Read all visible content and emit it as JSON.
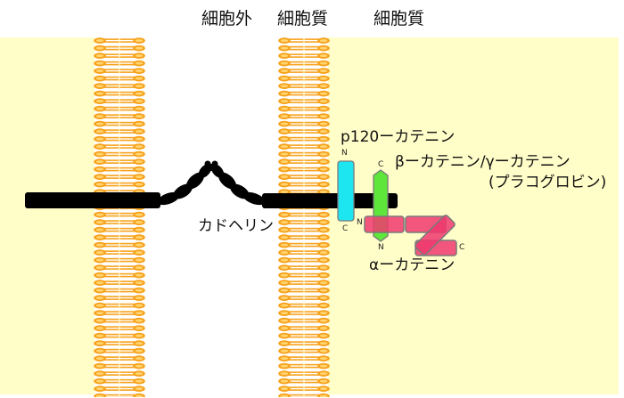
{
  "headers": {
    "extracellular": "細胞外",
    "cytoplasm_left": "細胞質",
    "cytoplasm_right": "細胞質"
  },
  "labels": {
    "cadherin": "カドヘリン",
    "p120": "p120ーカテニン",
    "beta_gamma": "βーカテニン/γーカテニン",
    "plakoglobin": "(プラコグロビン)",
    "alpha": "αーカテニン"
  },
  "terminals": {
    "p120_top": "N",
    "p120_bottom": "C",
    "beta_top": "C",
    "beta_bottom": "N",
    "alpha_start": "N",
    "alpha_end": "C"
  },
  "colors": {
    "cytoplasm_bg": "#FFFDC8",
    "extracellular_bg": "#FFFFFF",
    "lipid_orange": "#F7A21B",
    "lipid_light": "#FFE9A0",
    "cadherin": "#000000",
    "p120": "#1EE6F0",
    "beta": "#5EE63A",
    "alpha": "#F0386E",
    "protein_border": "#7A7A7A"
  }
}
